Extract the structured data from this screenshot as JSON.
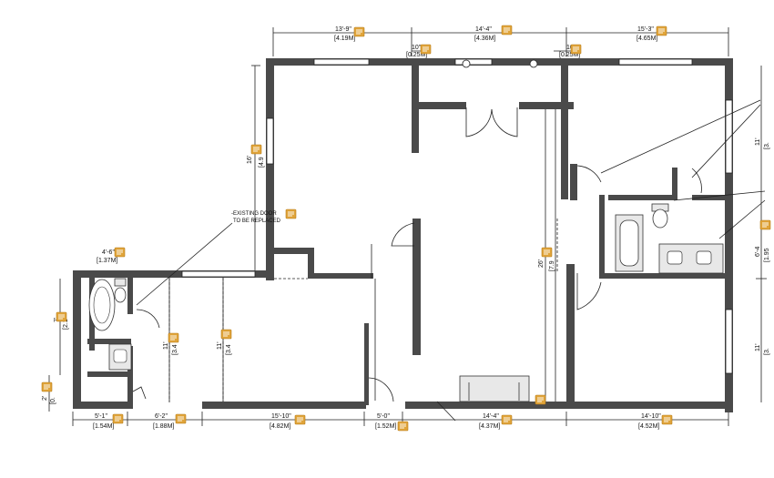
{
  "note": {
    "line1": "-EXISTING DOOR",
    "line2": "TO BE REPLACED"
  },
  "top_dims": [
    {
      "ft": "13'-9\"",
      "m": "[4.19M]"
    },
    {
      "ft": "14'-4\"",
      "m": "[4.36M]"
    },
    {
      "ft": "15'-3\"",
      "m": "[4.65M]"
    },
    {
      "ft": "10\"",
      "m": "[0.25M]"
    },
    {
      "ft": "10\"",
      "m": "[0.25M]"
    }
  ],
  "bottom_dims": [
    {
      "ft": "5'-1\"",
      "m": "[1.54M]"
    },
    {
      "ft": "6'-2\"",
      "m": "[1.88M]"
    },
    {
      "ft": "15'-10\"",
      "m": "[4.82M]"
    },
    {
      "ft": "5'-0\"",
      "m": "[1.52M]"
    },
    {
      "ft": "14'-4\"",
      "m": "[4.37M]"
    },
    {
      "ft": "14'-10\"",
      "m": "[4.52M]"
    }
  ],
  "small_dims": [
    {
      "ft": "4'-6\"",
      "m": "[1.37M]"
    }
  ],
  "vertical_dims": [
    {
      "ft": "16'",
      "m": "[4.9"
    },
    {
      "ft": "26'",
      "m": "[7.9"
    },
    {
      "ft": "11'",
      "m": "[3.4"
    },
    {
      "ft": "11'",
      "m": "[3.4"
    },
    {
      "ft": "7'",
      "m": "[2.1"
    },
    {
      "ft": "2'",
      "m": "[0."
    },
    {
      "ft": "11'",
      "m": "[3."
    },
    {
      "ft": "6'-4",
      "m": "[1.95"
    },
    {
      "ft": "11'",
      "m": "[3."
    }
  ],
  "comment_icon": "comment-note-icon"
}
